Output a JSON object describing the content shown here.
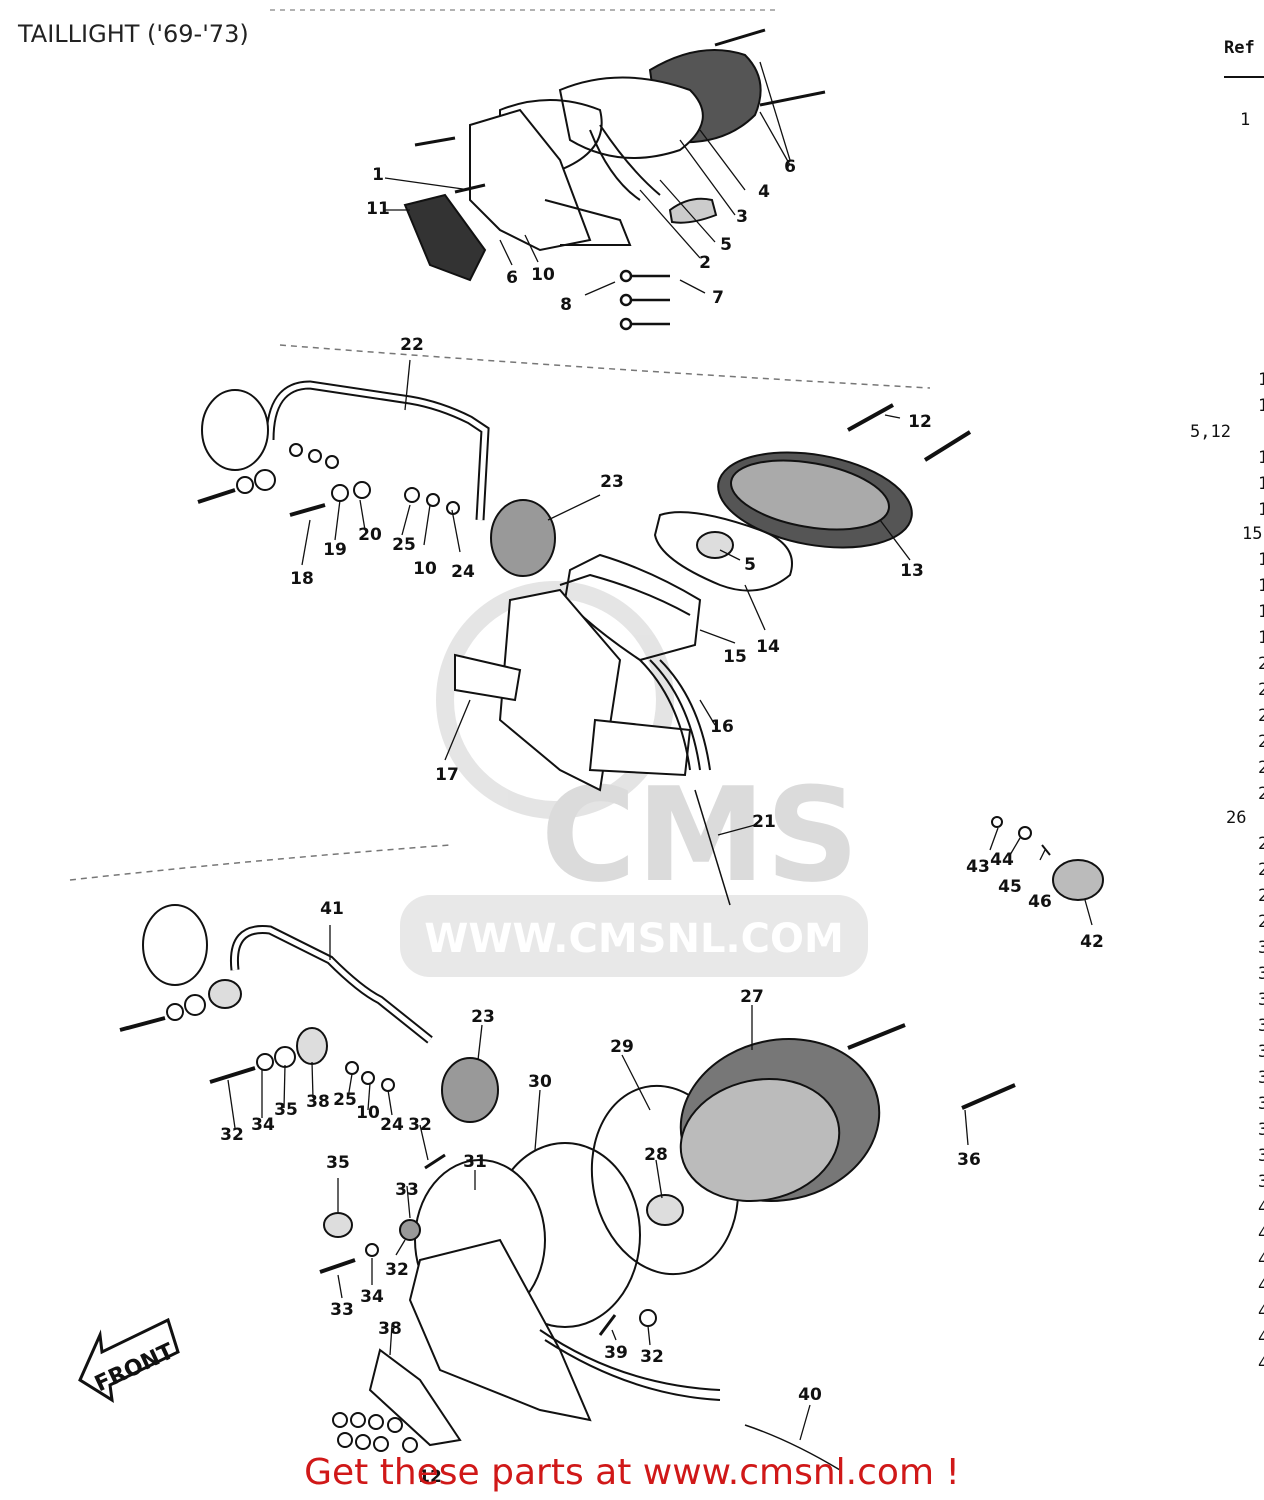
{
  "page_title": "TAILLIGHT ('69-'73)",
  "ref_column": {
    "header": "Ref",
    "numbers": [
      "1",
      "1",
      "1",
      "5,12",
      "1",
      "1",
      "1",
      "15",
      "1",
      "1",
      "1",
      "1",
      "2",
      "2",
      "2",
      "2",
      "2",
      "2",
      "26",
      "2",
      "2",
      "2",
      "2",
      "3",
      "3",
      "3",
      "3",
      "3",
      "3",
      "3",
      "3",
      "3",
      "3",
      "4",
      "4",
      "4",
      "4",
      "4",
      "4",
      "4"
    ]
  },
  "callouts": [
    "1",
    "2",
    "3",
    "4",
    "5",
    "6",
    "6",
    "7",
    "8",
    "10",
    "11",
    "22",
    "12",
    "23",
    "19",
    "20",
    "25",
    "10",
    "24",
    "18",
    "13",
    "5",
    "14",
    "15",
    "16",
    "17",
    "21",
    "41",
    "23",
    "27",
    "29",
    "30",
    "28",
    "31",
    "25",
    "10",
    "24",
    "32",
    "32",
    "33",
    "34",
    "35",
    "38",
    "35",
    "33",
    "34",
    "32",
    "39",
    "32",
    "36",
    "42",
    "43",
    "44",
    "45",
    "46",
    "38",
    "40",
    "12"
  ],
  "front_arrow_label": "FRONT",
  "watermark": {
    "brand": "CMS",
    "url": "WWW.CMSNL.COM"
  },
  "footer_text": "Get these parts at www.cmsnl.com !",
  "colors": {
    "footer": "#d01818",
    "line_art": "#111111",
    "watermark": "#d8d8d8"
  }
}
